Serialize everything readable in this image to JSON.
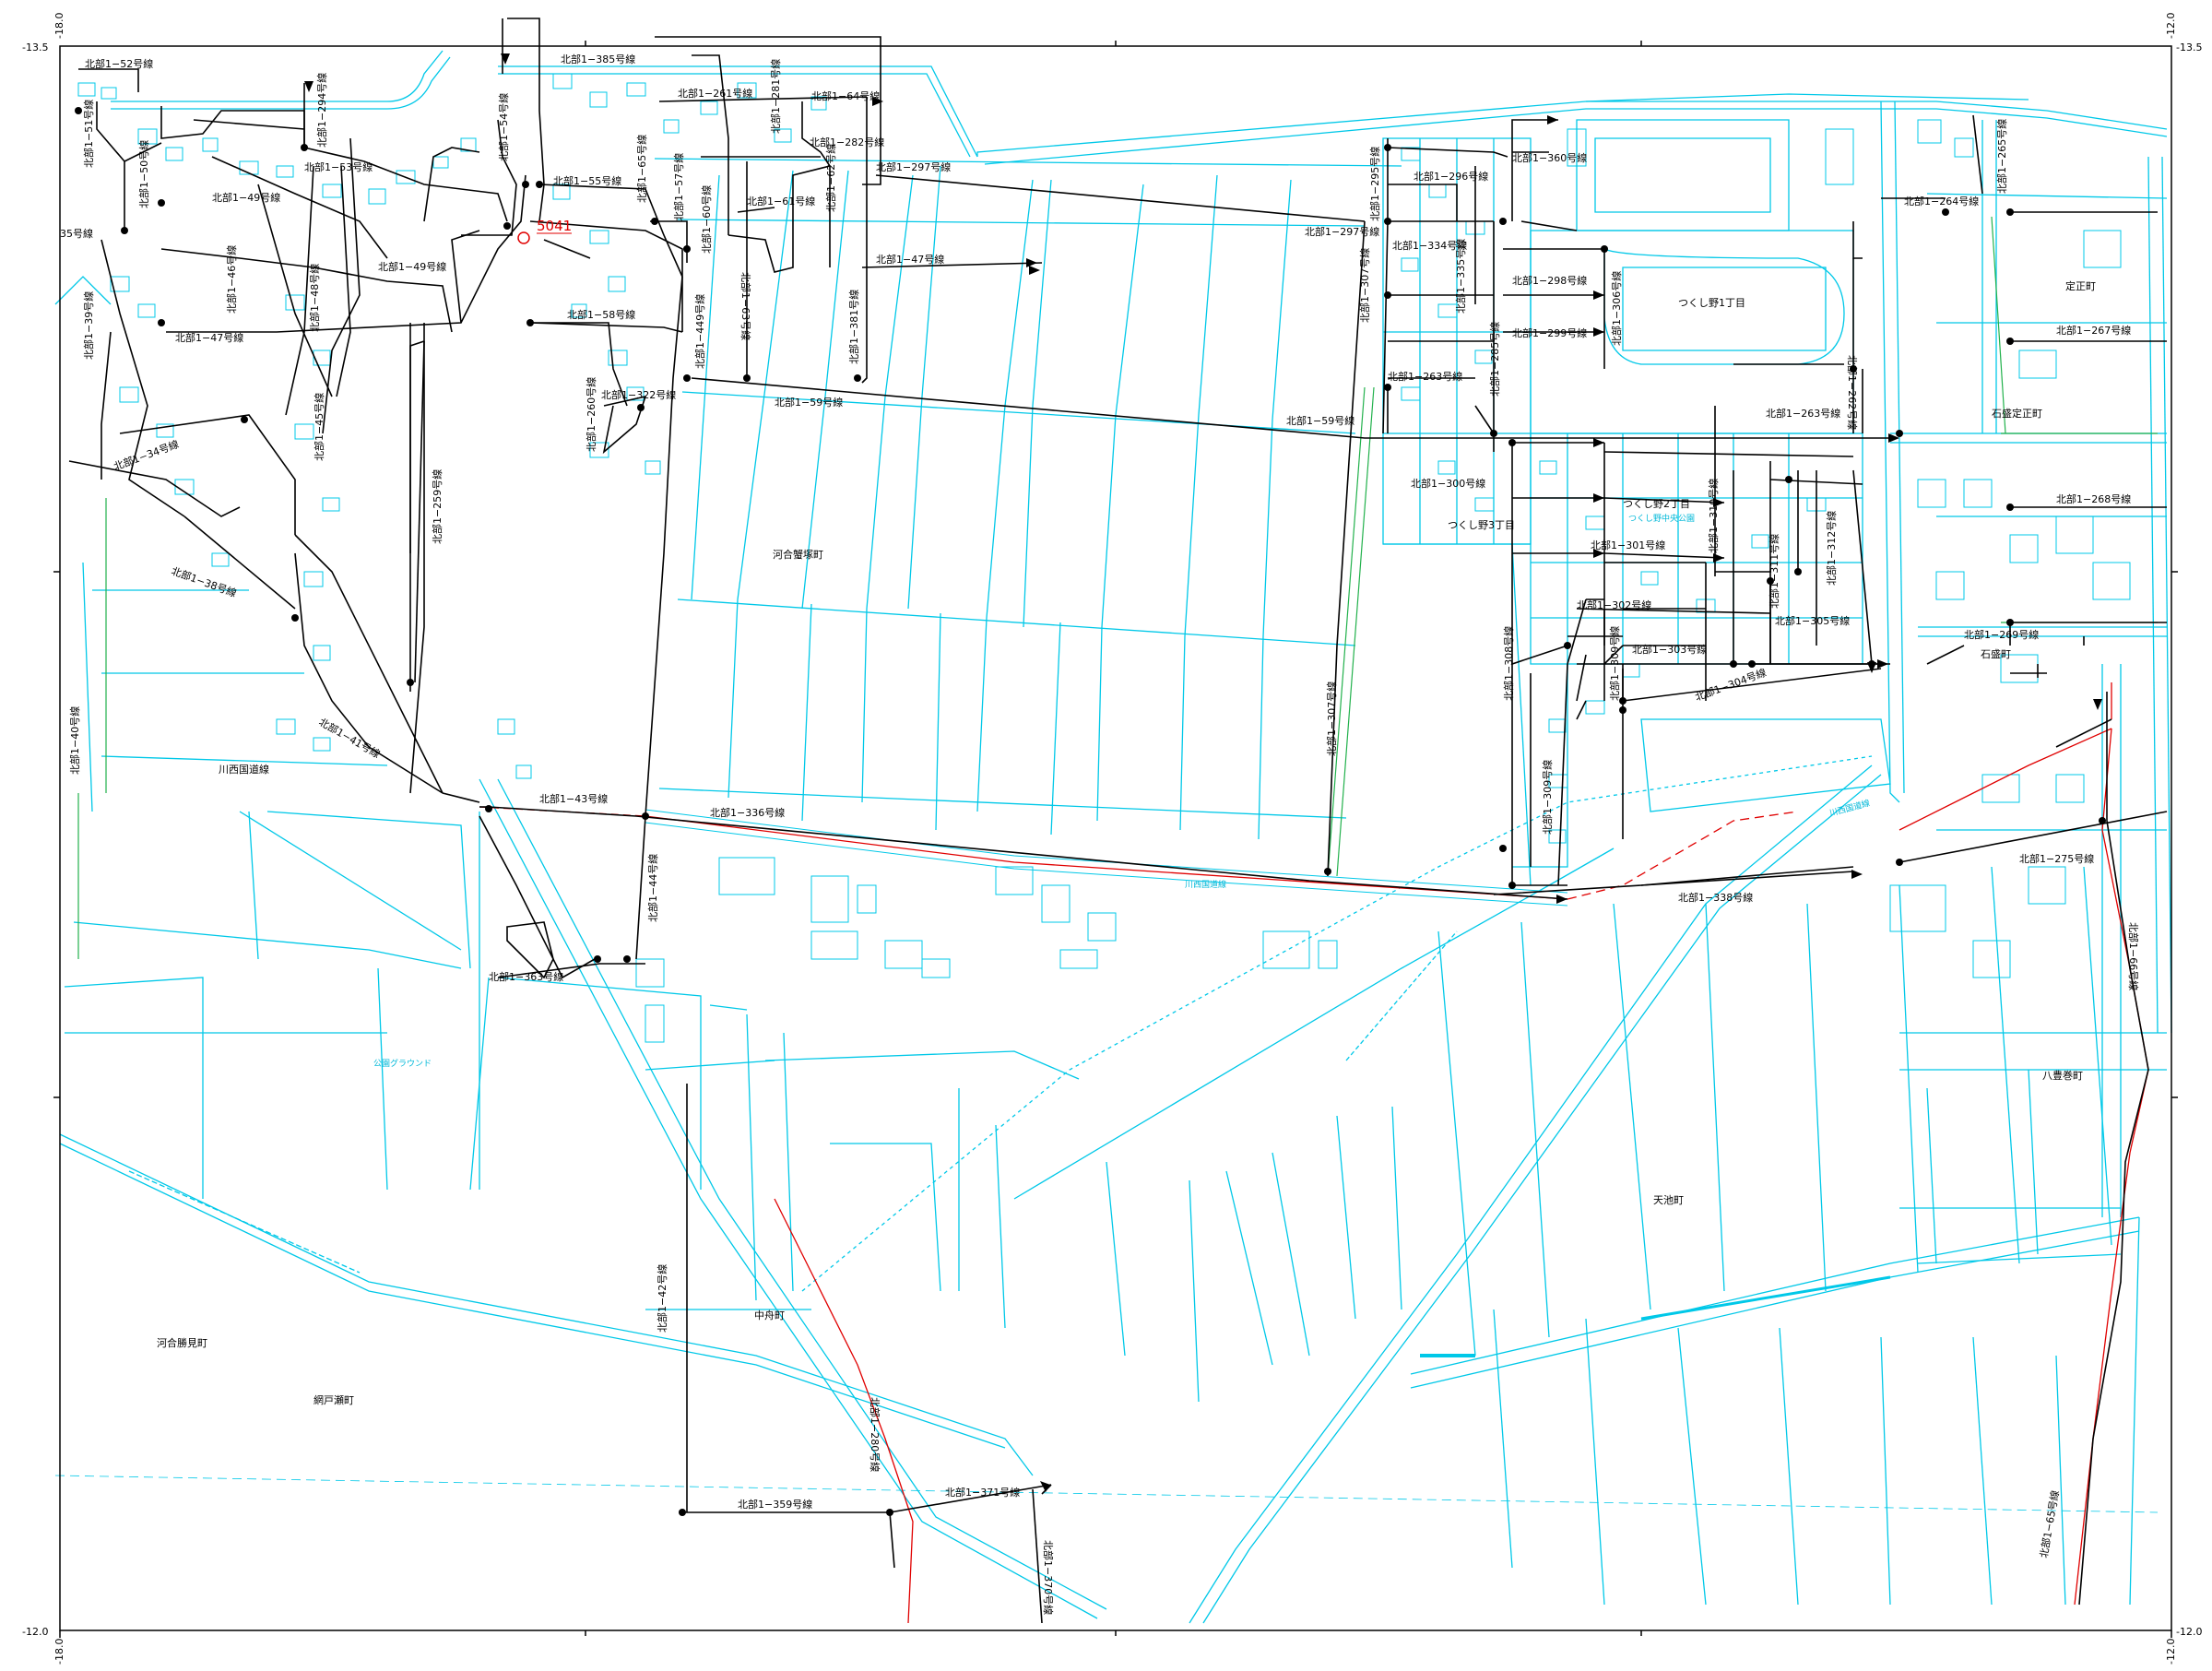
{
  "colors": {
    "base": "#00c8e8",
    "route": "#000000",
    "highlight": "#e00000",
    "green": "#22b14c",
    "frame": "#000000"
  },
  "corners": {
    "tl_top": "-13.5",
    "tl_side": "-18.0",
    "tr_top": "-13.5",
    "tr_side": "-12.0",
    "bl_bottom": "-12.0",
    "bl_side": "-18.0",
    "br_bottom": "-12.0",
    "br_side": "-12.0"
  },
  "marker": {
    "code": "5041"
  },
  "routes": [
    "北部1−52号線",
    "北部1−51号線",
    "北部1−50号線",
    "35号線",
    "北部1−385号線",
    "北部1−261号線",
    "北部1−64号線",
    "北部1−281号線",
    "北部1−282号線",
    "北部1−62号線",
    "北部1−297号線",
    "北部1−294号線",
    "北部1−53号線",
    "北部1−54号線",
    "北部1−55号線",
    "北部1−65号線",
    "北部1−57号線",
    "北部1−61号線",
    "北部1−60号線",
    "北部1−47号線",
    "北部1−49号線",
    "北部1−46号線",
    "北部1−48号線",
    "北部1−39号線",
    "北部1−58号線",
    "北部1−63号線",
    "北部1−381号線",
    "北部1−449号線",
    "北部1−322号線",
    "北部1−260号線",
    "北部1−45号線",
    "北部1−34号線",
    "北部1−259号線",
    "北部1−59号線",
    "北部1−38号線",
    "北部1−40号線",
    "北部1−41号線",
    "北部1−43号線",
    "北部1−336号線",
    "北部1−44号線",
    "北部1−363号線",
    "北部1−42号線",
    "北部1−359号線",
    "北部1−280号線",
    "北部1−371号線",
    "北部1−370号線",
    "北部1−295号線",
    "北部1−296号線",
    "北部1−360号線",
    "北部1−334号線",
    "北部1−335号線",
    "北部1−298号線",
    "北部1−306号線",
    "北部1−307号線",
    "北部1−262号線",
    "北部1−299号線",
    "北部1−263号線",
    "北部1−285号線",
    "北部1−300号線",
    "北部1−310号線",
    "北部1−301号線",
    "北部1−311号線",
    "北部1−312号線",
    "北部1−302号線",
    "北部1−305号線",
    "北部1−303号線",
    "北部1−309号線",
    "北部1−304号線",
    "北部1−308号線",
    "北部1−265号線",
    "北部1−264号線",
    "北部1−267号線",
    "北部1−268号線",
    "北部1−269号線",
    "北部1−275号線",
    "北部1−338号線",
    "北部1−66号線",
    "北部1−65号線"
  ],
  "areas": {
    "kawai_shinden": "河合蟹塚町",
    "tsukushino1": "つくし野1丁目",
    "tsukushino2": "つくし野2丁目",
    "tsukushino3": "つくし野3丁目",
    "josho": "定正町",
    "ishizuka": "石盛町",
    "ishizuka_josho": "石盛定正町",
    "yatsuka": "八豊巻町",
    "tenchi": "天池町",
    "nakatsuno": "中舟町",
    "kawai_seimi": "河合勝見町",
    "amitoseimachi": "網戸瀬町"
  },
  "cyan_labels": {
    "kawanishi1": "川西国道線",
    "kawanishi2": "川西国道線",
    "kawanishi3": "川西国道線",
    "park": "つくし野中央公園",
    "ground": "公園グラウンド"
  }
}
